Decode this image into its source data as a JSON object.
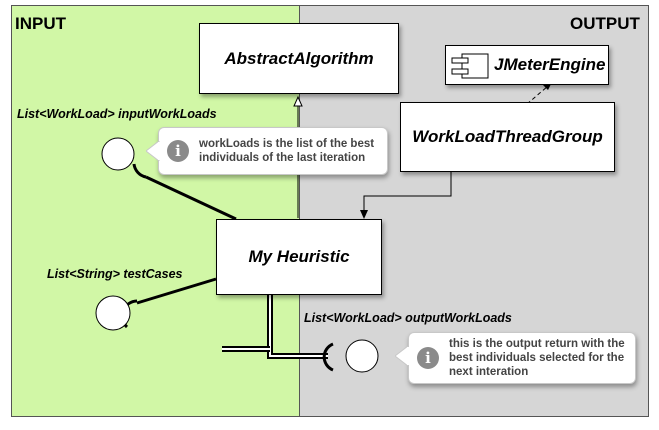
{
  "panels": {
    "input_title": "INPUT",
    "output_title": "OUTPUT"
  },
  "boxes": {
    "abstract_algorithm": "AbstractAlgorithm",
    "jmeter_engine": "JMeterEngine",
    "workload_thread_group": "WorkLoadThreadGroup",
    "my_heuristic": "My Heuristic"
  },
  "ports": {
    "input_workloads": "List<WorkLoad> inputWorkLoads",
    "test_cases": "List<String> testCases",
    "output_workloads": "List<WorkLoad> outputWorkLoads"
  },
  "notes": {
    "input_note_line1": "workLoads is the list of the best",
    "input_note_line2": "individuals of the last iteration",
    "output_note_line1": "this is the output return with the",
    "output_note_line2": "best individuals selected for the",
    "output_note_line3": "next interation"
  },
  "colors": {
    "input_bg": "#d1f7a6",
    "output_bg": "#d6d6d6"
  }
}
